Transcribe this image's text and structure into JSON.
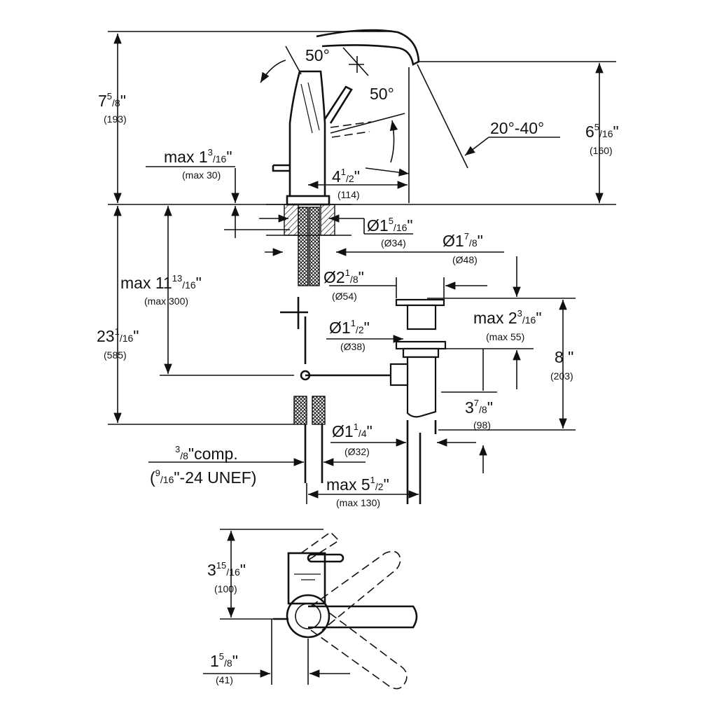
{
  "dimensions": {
    "angle_spout": "50°",
    "angle_lever": "50°",
    "angle_spout_tilt": "20°-40°",
    "height_total": {
      "whole": "7",
      "num": "5",
      "den": "8",
      "unit": "\"",
      "metric": "(193)"
    },
    "height_spout": {
      "whole": "6",
      "num": "5",
      "den": "16",
      "unit": "\"",
      "metric": "(160)"
    },
    "deck_thickness": {
      "prefix": "max 1",
      "num": "3",
      "den": "16",
      "unit": "\"",
      "metric": "(max 30)"
    },
    "spout_reach": {
      "whole": "4",
      "num": "1",
      "den": "2",
      "unit": "\"",
      "metric": "(114)"
    },
    "base_diameter": {
      "prefix": "Ø1",
      "num": "5",
      "den": "16",
      "unit": "\"",
      "metric": "(Ø34)"
    },
    "hole_diameter": {
      "prefix": "Ø1",
      "num": "7",
      "den": "8",
      "unit": "\"",
      "metric": "(Ø48)"
    },
    "hose_length": {
      "prefix": "max 11",
      "num": "13",
      "den": "16",
      "unit": "\"",
      "metric": "(max 300)"
    },
    "drain_flange": {
      "prefix": "Ø2",
      "num": "1",
      "den": "8",
      "unit": "\"",
      "metric": "(Ø54)"
    },
    "drain_depth": {
      "prefix": "max 2",
      "num": "3",
      "den": "16",
      "unit": "\"",
      "metric": "(max 55)"
    },
    "total_depth": {
      "whole": "23",
      "num": "1",
      "den": "16",
      "unit": "\"",
      "metric": "(585)"
    },
    "drain_body": {
      "prefix": "Ø1",
      "num": "1",
      "den": "2",
      "unit": "\"",
      "metric": "(Ø38)"
    },
    "drain_total": {
      "whole": "8",
      "unit": " \"",
      "metric": "(203)"
    },
    "tailpiece_length": {
      "whole": "3",
      "num": "7",
      "den": "8",
      "unit": "\"",
      "metric": "(98)"
    },
    "tailpiece_diameter": {
      "prefix": "Ø1",
      "num": "1",
      "den": "4",
      "unit": "\"",
      "metric": "(Ø32)"
    },
    "compression": {
      "num": "3",
      "den": "8",
      "text": "\"comp."
    },
    "thread": {
      "open": "(",
      "num": "9",
      "den": "16",
      "text": "\"-24 UNEF)"
    },
    "drain_offset": {
      "prefix": "max 5",
      "num": "1",
      "den": "2",
      "unit": "\"",
      "metric": "(max 130)"
    },
    "lever_height": {
      "whole": "3",
      "num": "15",
      "den": "16",
      "unit": "\"",
      "metric": "(100)"
    },
    "lever_offset": {
      "whole": "1",
      "num": "5",
      "den": "8",
      "unit": "\"",
      "metric": "(41)"
    }
  }
}
